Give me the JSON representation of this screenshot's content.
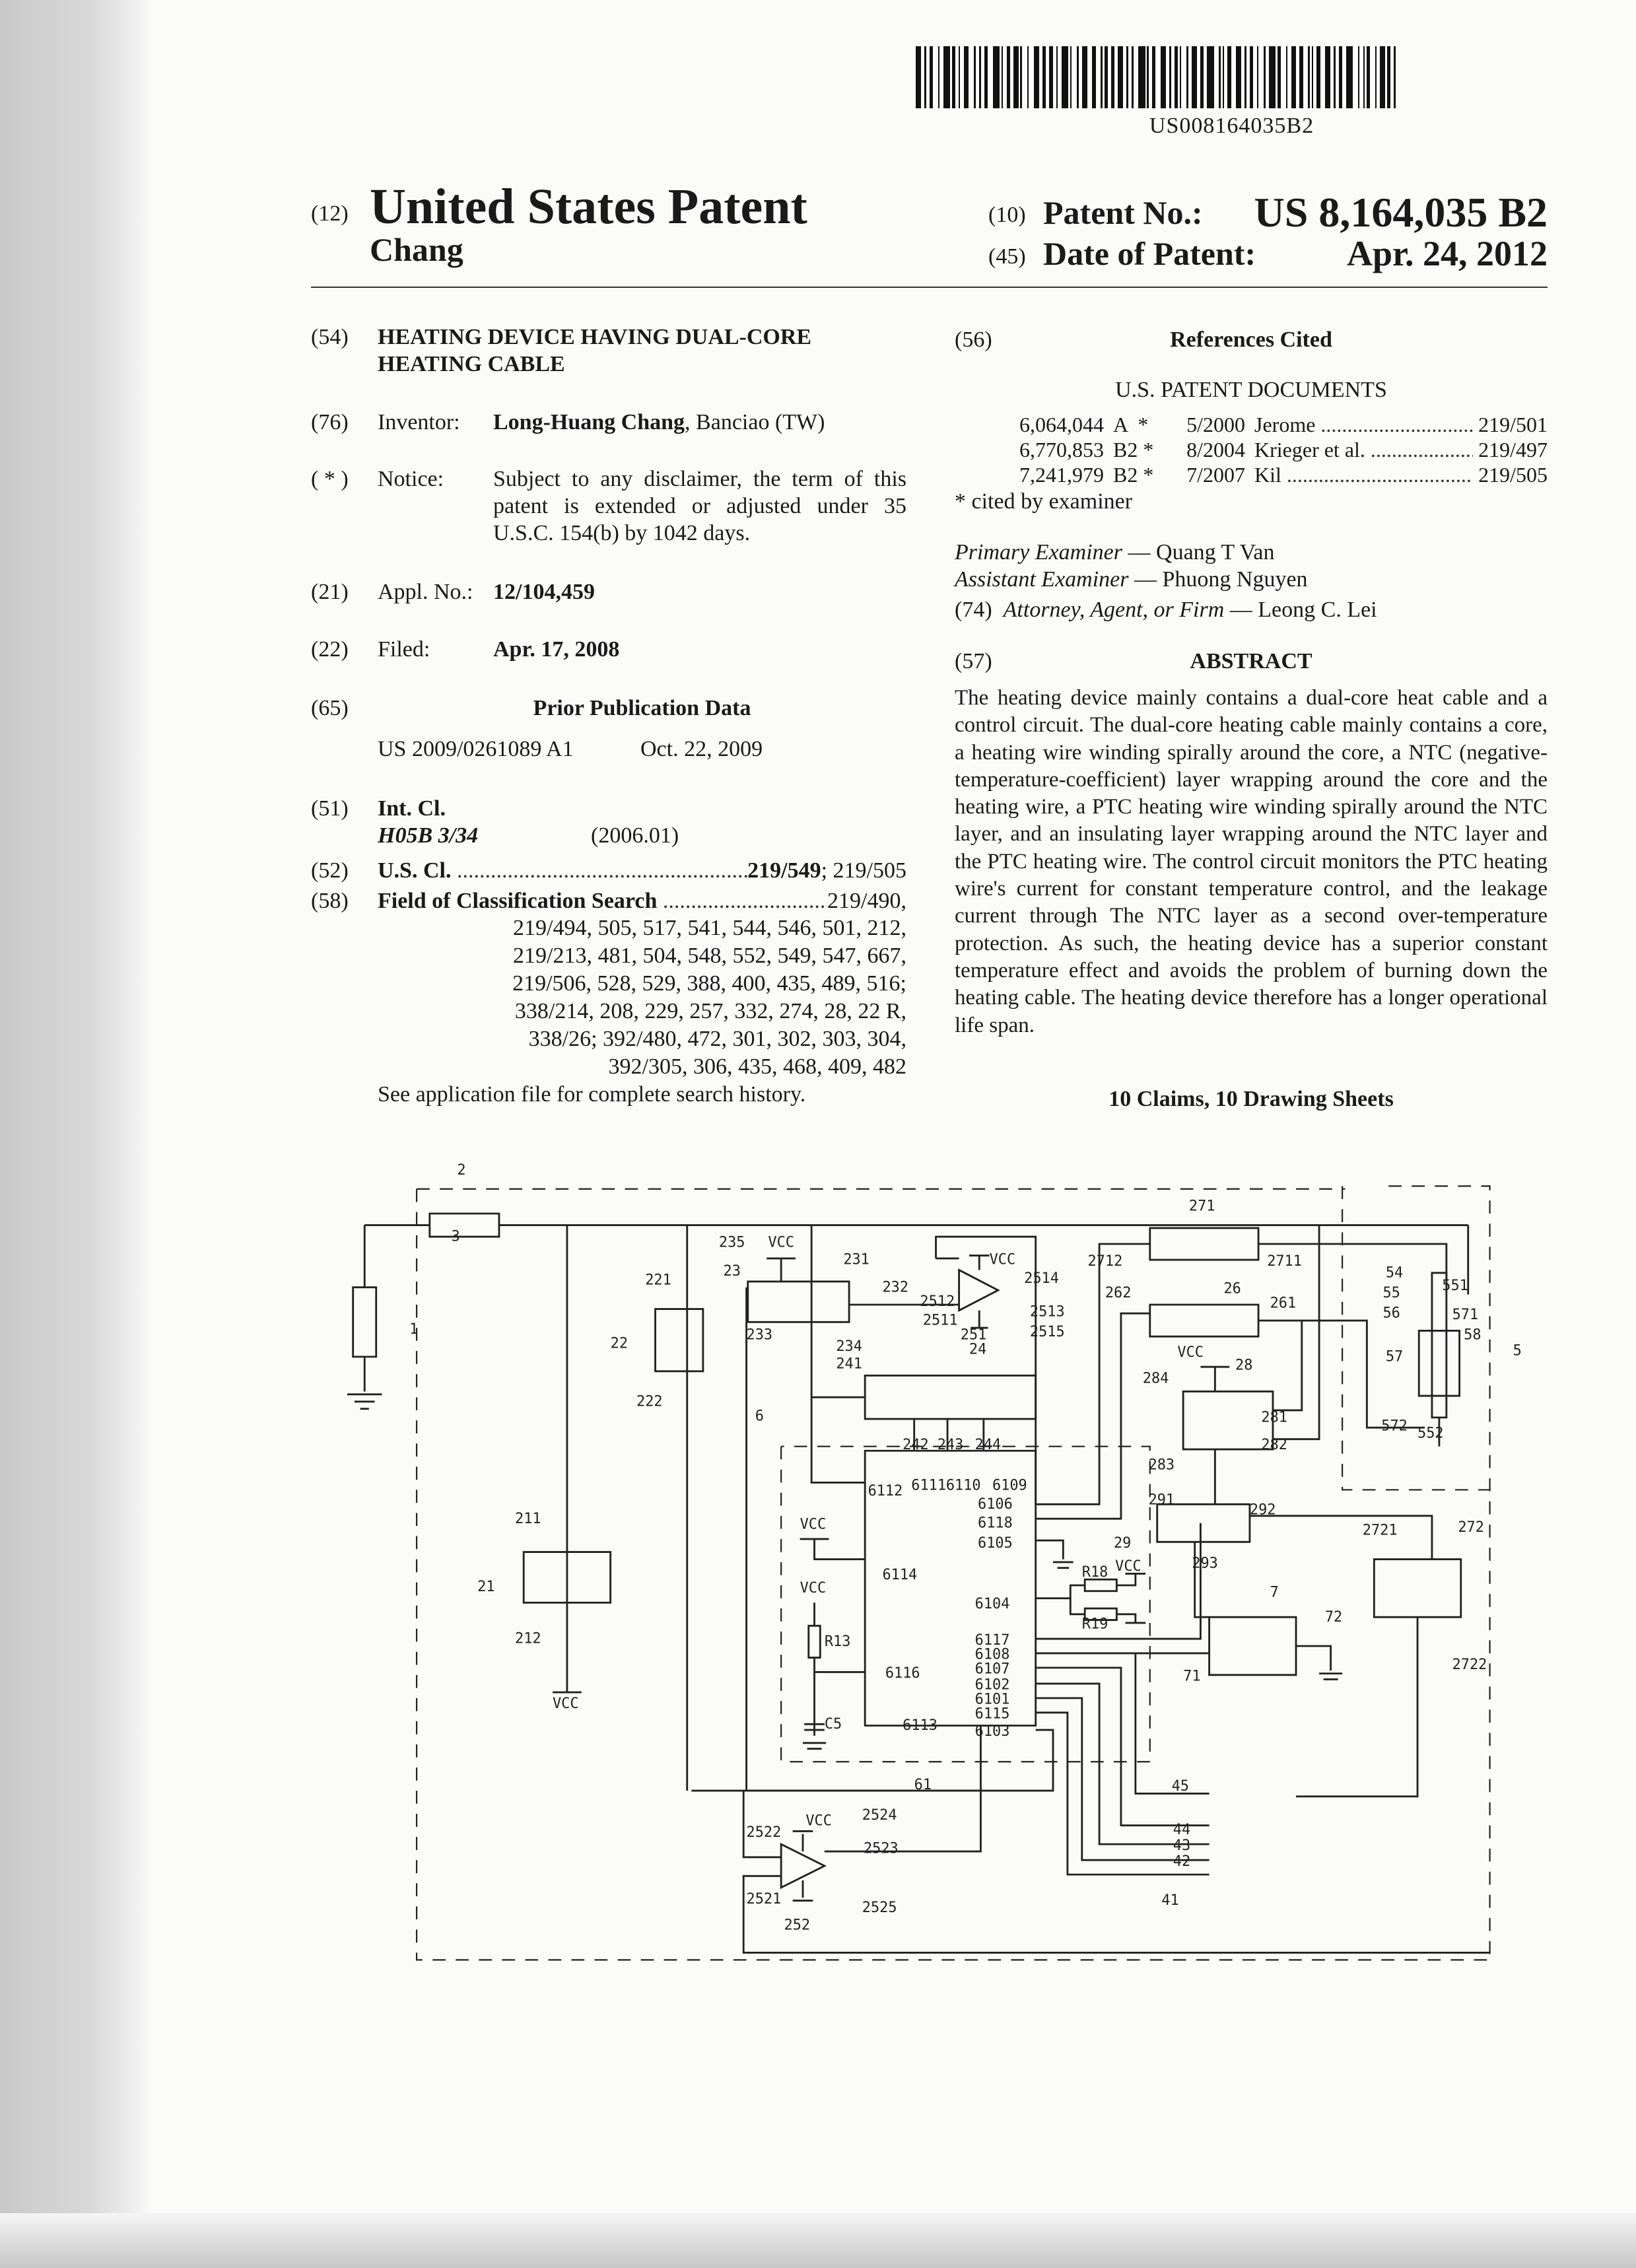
{
  "barcode": {
    "number": "US008164035B2"
  },
  "header": {
    "kind_code_12": "(12)",
    "title": "United States Patent",
    "inventor_surname": "Chang",
    "patent_no_code": "(10)",
    "patent_no_label": "Patent No.:",
    "patent_no": "US 8,164,035 B2",
    "date_code": "(45)",
    "date_label": "Date of Patent:",
    "date": "Apr. 24, 2012"
  },
  "left": {
    "title_code": "(54)",
    "title_lines": [
      "HEATING DEVICE HAVING DUAL-CORE",
      "HEATING CABLE"
    ],
    "inventor_code": "(76)",
    "inventor_label": "Inventor:",
    "inventor_name": "Long-Huang Chang",
    "inventor_loc": ", Banciao (TW)",
    "notice_code": "( * )",
    "notice_label": "Notice:",
    "notice_text": "Subject to any disclaimer, the term of this patent is extended or adjusted under 35 U.S.C. 154(b) by 1042 days.",
    "appl_code": "(21)",
    "appl_label": "Appl. No.:",
    "appl_no": "12/104,459",
    "filed_code": "(22)",
    "filed_label": "Filed:",
    "filed_date": "Apr. 17, 2008",
    "prior_code": "(65)",
    "prior_heading": "Prior Publication Data",
    "prior_pub": "US 2009/0261089 A1",
    "prior_date": "Oct. 22, 2009",
    "intcl_code": "(51)",
    "intcl_label": "Int. Cl.",
    "intcl_class": "H05B 3/34",
    "intcl_version": "(2006.01)",
    "uscl_code": "(52)",
    "uscl_label": "U.S. Cl.",
    "uscl_main": "219/549",
    "uscl_rest": "; 219/505",
    "field_code": "(58)",
    "field_label": "Field of Classification Search",
    "field_lines": [
      "219/490,",
      "219/494, 505, 517, 541, 544, 546, 501, 212,",
      "219/213, 481, 504, 548, 552, 549, 547, 667,",
      "219/506, 528, 529, 388, 400, 435, 489, 516;",
      "338/214, 208, 229, 257, 332, 274, 28, 22 R,",
      "338/26;  392/480, 472, 301, 302, 303, 304,",
      "392/305, 306, 435, 468, 409, 482"
    ],
    "search_history": "See application file for complete search history."
  },
  "right": {
    "refs_code": "(56)",
    "refs_heading": "References Cited",
    "us_docs_heading": "U.S. PATENT DOCUMENTS",
    "references": [
      {
        "number": "6,064,044",
        "kind": "A  *",
        "date": "5/2000",
        "name": "Jerome",
        "class": "219/501"
      },
      {
        "number": "6,770,853",
        "kind": "B2 *",
        "date": "8/2004",
        "name": "Krieger et al.",
        "class": "219/497"
      },
      {
        "number": "7,241,979",
        "kind": "B2 *",
        "date": "7/2007",
        "name": "Kil",
        "class": "219/505"
      }
    ],
    "cited_note": "* cited by examiner",
    "primary_label": "Primary Examiner",
    "primary_name": " — Quang T Van",
    "assistant_label": "Assistant Examiner",
    "assistant_name": " — Phuong Nguyen",
    "attorney_code": "(74)",
    "attorney_label": "Attorney, Agent, or Firm",
    "attorney_name": " — Leong C. Lei",
    "abstract_code": "(57)",
    "abstract_heading": "ABSTRACT",
    "abstract_text": "The heating device mainly contains a dual-core heat cable and a control circuit. The dual-core heating cable mainly contains a core, a heating wire winding spirally around the core, a NTC (negative-temperature-coefficient) layer wrapping around the core and the heating wire, a PTC heating wire winding spirally around the NTC layer, and an insulating layer wrapping around the NTC layer and the PTC heating wire. The control circuit monitors the PTC heating wire's current for constant temperature control, and the leakage current through The NTC layer as a second over-temperature protection. As such, the heating device has a superior constant temperature effect and avoids the problem of burning down the heating cable. The heating device therefore has a longer operational life span.",
    "claims_summary": "10 Claims, 10 Drawing Sheets"
  },
  "diagram": {
    "labels": [
      "2",
      "3",
      "1",
      "221",
      "22",
      "222",
      "235",
      "VCC",
      "231",
      "23",
      "232",
      "233",
      "234",
      "241",
      "2512",
      "2511",
      "251",
      "24",
      "VCC",
      "2514",
      "2513",
      "2515",
      "6",
      "242",
      "243",
      "244",
      "6112",
      "6111",
      "6110",
      "6109",
      "6106",
      "6118",
      "6105",
      "VCC",
      "6114",
      "VCC",
      "R13",
      "6116",
      "C5",
      "6113",
      "61",
      "6104",
      "6117",
      "6108",
      "6107",
      "6102",
      "6101",
      "6115",
      "6103",
      "211",
      "21",
      "212",
      "VCC",
      "2712",
      "271",
      "2711",
      "262",
      "26",
      "261",
      "VCC",
      "284",
      "28",
      "281",
      "282",
      "283",
      "291",
      "292",
      "29",
      "293",
      "R18",
      "VCC",
      "R19",
      "7",
      "72",
      "71",
      "2721",
      "272",
      "2722",
      "54",
      "55",
      "551",
      "56",
      "571",
      "58",
      "57",
      "5",
      "572",
      "552",
      "45",
      "44",
      "43",
      "42",
      "41",
      "2522",
      "VCC",
      "2524",
      "2523",
      "2521",
      "2525",
      "252"
    ]
  }
}
